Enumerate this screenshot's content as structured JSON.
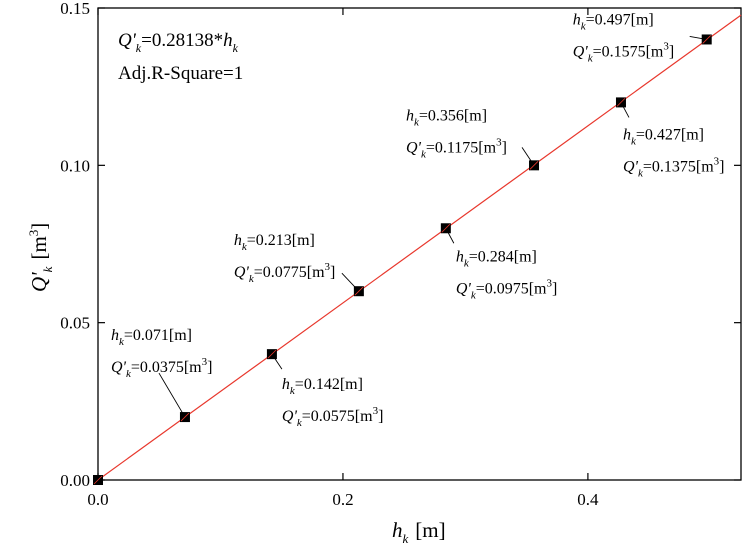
{
  "chart_data": {
    "type": "scatter",
    "title": "",
    "xlabel": {
      "symbol": "h",
      "sub": "k",
      "unit": "[m]"
    },
    "ylabel": {
      "symbol": "Q'",
      "sub": "k",
      "unit": "[m",
      "unit_sup": "3",
      "unit_close": "]"
    },
    "xlim": [
      0,
      0.525
    ],
    "ylim": [
      0,
      0.15
    ],
    "xticks": [
      "0.0",
      "0.2",
      "0.4"
    ],
    "xtick_values": [
      0,
      0.2,
      0.4
    ],
    "yticks": [
      "0.00",
      "0.05",
      "0.10",
      "0.15"
    ],
    "ytick_values": [
      0,
      0.05,
      0.1,
      0.15
    ],
    "grid": false,
    "fit": {
      "equation": {
        "lhs": "Q'",
        "lhs_sub": "k",
        "rhs": "=0.28138*",
        "var": "h",
        "var_sub": "k"
      },
      "stat": "Adj.R-Square=1",
      "slope": 0.28138,
      "color": "#e8372c"
    },
    "point_color": "#000000",
    "series": [
      {
        "x": [
          0,
          0.071,
          0.142,
          0.213,
          0.284,
          0.356,
          0.427,
          0.497
        ],
        "y": [
          0,
          0.02,
          0.04,
          0.06,
          0.08,
          0.1,
          0.12,
          0.14
        ]
      }
    ],
    "annotations": [
      {
        "h": "=0.071[m]",
        "q": "=0.0375[m",
        "q_sup": "3",
        "q_close": "]"
      },
      {
        "h": "=0.142[m]",
        "q": "=0.0575[m",
        "q_sup": "3",
        "q_close": "]"
      },
      {
        "h": "=0.213[m]",
        "q": "=0.0775[m",
        "q_sup": "3",
        "q_close": "]"
      },
      {
        "h": "=0.284[m]",
        "q": "=0.0975[m",
        "q_sup": "3",
        "q_close": "]"
      },
      {
        "h": "=0.356[m]",
        "q": "=0.1175[m",
        "q_sup": "3",
        "q_close": "]"
      },
      {
        "h": "=0.427[m]",
        "q": "=0.1375[m",
        "q_sup": "3",
        "q_close": "]"
      },
      {
        "h": "=0.497[m]",
        "q": "=0.1575[m",
        "q_sup": "3",
        "q_close": "]"
      }
    ],
    "ann_symbols": {
      "h": "h",
      "h_sub": "k",
      "q": "Q'",
      "q_sub": "k"
    }
  }
}
